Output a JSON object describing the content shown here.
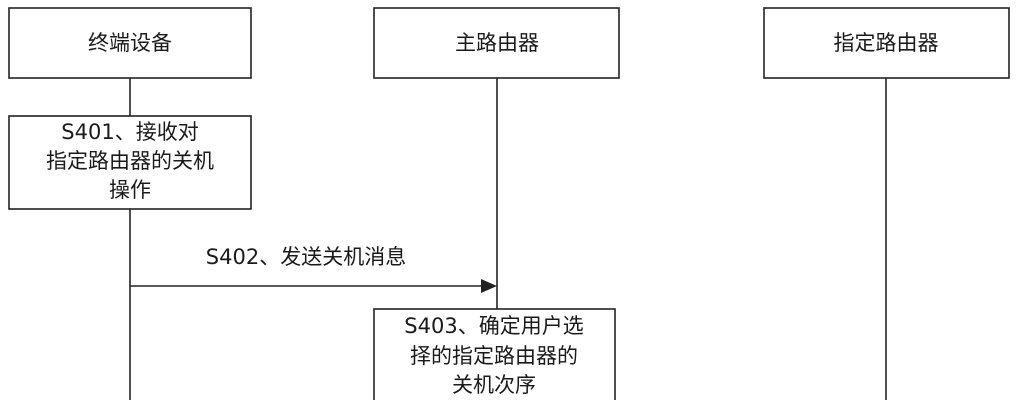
{
  "participants": [
    {
      "id": "terminal",
      "label": "终端设备"
    },
    {
      "id": "main_router",
      "label": "主路由器"
    },
    {
      "id": "designated_router",
      "label": "指定路由器"
    }
  ],
  "steps": [
    {
      "id": "s401",
      "lines": [
        "S401、接收对",
        "指定路由器的关机",
        "操作"
      ]
    },
    {
      "id": "s402",
      "label": "S402、发送关机消息"
    },
    {
      "id": "s403",
      "lines": [
        "S403、确定用户选",
        "择的指定路由器的",
        "关机次序"
      ]
    }
  ],
  "colors": {
    "stroke": "#222222",
    "text": "#1a1a1a",
    "background": "#ffffff"
  }
}
